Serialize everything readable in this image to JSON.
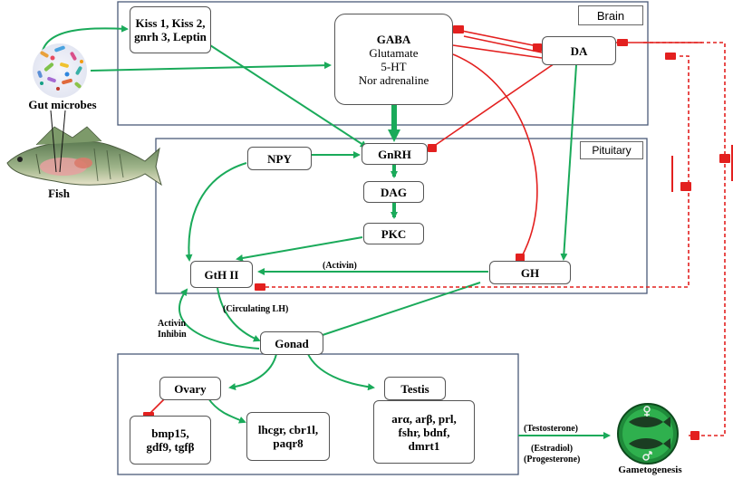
{
  "regions": {
    "brain": "Brain",
    "pituitary": "Pituitary"
  },
  "nodes": {
    "kiss": "Kiss 1, Kiss 2, gnrh 3, Leptin",
    "gaba": "GABA",
    "glutamate": "Glutamate",
    "serotonin": "5-HT",
    "noradrenaline": "Nor adrenaline",
    "da": "DA",
    "npy": "NPY",
    "gnrh": "GnRH",
    "dag": "DAG",
    "pkc": "PKC",
    "gth2": "GtH II",
    "gh": "GH",
    "gonad": "Gonad",
    "ovary": "Ovary",
    "testis": "Testis",
    "ovary_genes_1": "bmp15,",
    "ovary_genes_2": "gdf9, tgfβ",
    "ovary_receptors_1": "lhcgr, cbr1l,",
    "ovary_receptors_2": "paqr8",
    "testis_genes_1": "arα, arβ, prl,",
    "testis_genes_2": "fshr, bdnf,",
    "testis_genes_3": "dmrt1",
    "gut_microbes": "Gut microbes",
    "fish": "Fish",
    "gametogenesis": "Gametogenesis"
  },
  "edge_labels": {
    "activin": "(Activin)",
    "circulating_lh": "(Circulating LH)",
    "activin_inhibin_1": "Activin",
    "activin_inhibin_2": "Inhibin",
    "testosterone": "(Testosterone)",
    "estradiol": "(Estradiol)",
    "progesterone": "(Progesterone)"
  },
  "colors": {
    "stimulation": "#1aaa5a",
    "inhibition": "#e3201f",
    "panel_border": "#4a5a78"
  }
}
